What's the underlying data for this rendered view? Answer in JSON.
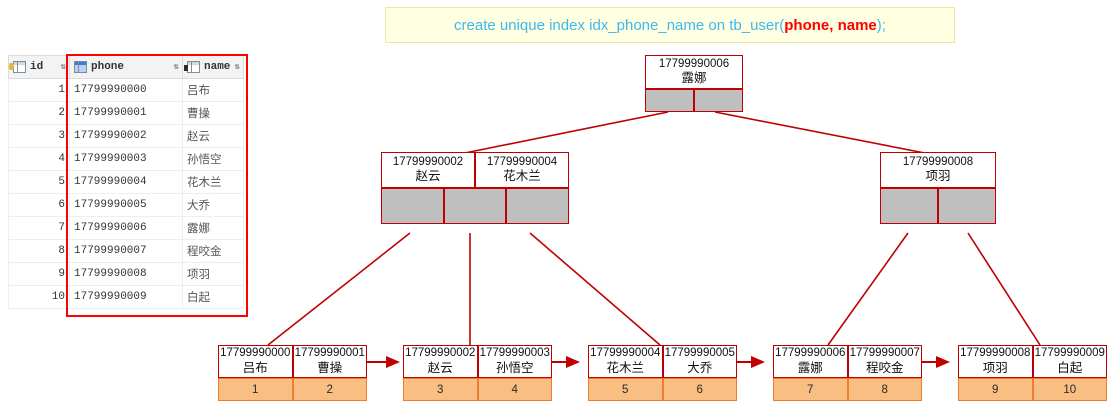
{
  "sql": {
    "prefix": "create unique index idx_phone_name on tb_user(",
    "highlight": "phone, name",
    "suffix": ");",
    "color_normal": "#3fb7ef",
    "color_highlight": "#ff0000",
    "background": "#ffffe1"
  },
  "grid": {
    "columns": [
      {
        "label": "id",
        "icon": "key-column-icon",
        "sort": "sort-icon"
      },
      {
        "label": "phone",
        "icon": "index-column-icon",
        "sort": "sort-icon"
      },
      {
        "label": "name",
        "icon": "index-column-icon",
        "sort": "sort-icon"
      }
    ],
    "rows": [
      {
        "id": "1",
        "phone": "17799990000",
        "name": "吕布"
      },
      {
        "id": "2",
        "phone": "17799990001",
        "name": "曹操"
      },
      {
        "id": "3",
        "phone": "17799990002",
        "name": "赵云"
      },
      {
        "id": "4",
        "phone": "17799990003",
        "name": "孙悟空"
      },
      {
        "id": "5",
        "phone": "17799990004",
        "name": "花木兰"
      },
      {
        "id": "6",
        "phone": "17799990005",
        "name": "大乔"
      },
      {
        "id": "7",
        "phone": "17799990006",
        "name": "露娜"
      },
      {
        "id": "8",
        "phone": "17799990007",
        "name": "程咬金"
      },
      {
        "id": "9",
        "phone": "17799990008",
        "name": "项羽"
      },
      {
        "id": "10",
        "phone": "17799990009",
        "name": "白起"
      }
    ],
    "highlight_color": "#ff0000"
  },
  "tree": {
    "node_border_color": "#c00000",
    "pointer_color": "#bfbfbf",
    "data_color": "#f8be82",
    "data_border_color": "#ed7d31",
    "root": {
      "keys": [
        {
          "phone": "17799990006",
          "name": "露娜"
        }
      ],
      "pointers": 2
    },
    "internal": [
      {
        "keys": [
          {
            "phone": "17799990002",
            "name": "赵云"
          },
          {
            "phone": "17799990004",
            "name": "花木兰"
          }
        ],
        "pointers": 3
      },
      {
        "keys": [
          {
            "phone": "17799990008",
            "name": "项羽"
          }
        ],
        "pointers": 2
      }
    ],
    "leaves": [
      {
        "keys": [
          {
            "phone": "17799990000",
            "name": "吕布",
            "value": "1"
          },
          {
            "phone": "17799990001",
            "name": "曹操",
            "value": "2"
          }
        ]
      },
      {
        "keys": [
          {
            "phone": "17799990002",
            "name": "赵云",
            "value": "3"
          },
          {
            "phone": "17799990003",
            "name": "孙悟空",
            "value": "4"
          }
        ]
      },
      {
        "keys": [
          {
            "phone": "17799990004",
            "name": "花木兰",
            "value": "5"
          },
          {
            "phone": "17799990005",
            "name": "大乔",
            "value": "6"
          }
        ]
      },
      {
        "keys": [
          {
            "phone": "17799990006",
            "name": "露娜",
            "value": "7"
          },
          {
            "phone": "17799990007",
            "name": "程咬金",
            "value": "8"
          }
        ]
      },
      {
        "keys": [
          {
            "phone": "17799990008",
            "name": "项羽",
            "value": "9"
          },
          {
            "phone": "17799990009",
            "name": "白起",
            "value": "10"
          }
        ]
      }
    ]
  }
}
